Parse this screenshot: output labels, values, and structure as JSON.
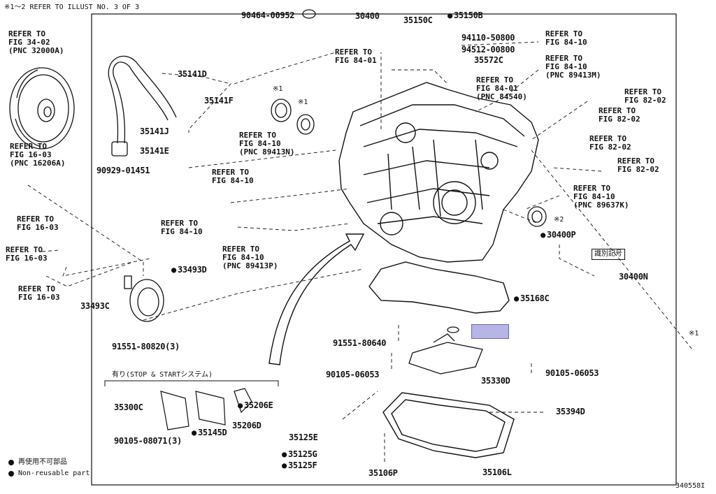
{
  "header_note": "※1～2 REFER TO ILLUST NO. 3 OF 3",
  "footer_id": "340558I",
  "legend": {
    "jp": "再使用不可部品",
    "en": "Non-reusable part"
  },
  "subgroup_title": "有り(STOP & STARTシステム)",
  "id_mark": "識別記号",
  "parts": {
    "p30400": "30400",
    "p35150C": "35150C",
    "p35150B": "35150B",
    "p90464": "90464-00952",
    "p35141D": "35141D",
    "p35141F": "35141F",
    "p35141J": "35141J",
    "p35141E": "35141E",
    "p90929": "90929-01451",
    "p94110": "94110-50800",
    "p94512": "94512-00800",
    "p35572C": "35572C",
    "p30400P": "30400P",
    "p30400N": "30400N",
    "p33493D": "33493D",
    "p33493C": "33493C",
    "p91551a": "91551-80820(3)",
    "p35168C": "35168C",
    "p91551b": "91551-80640",
    "p35330D": "35330D",
    "p90105a": "90105-06053",
    "p90105b": "90105-06053",
    "p35394D": "35394D",
    "p35300C": "35300C",
    "p90105c": "90105-08071(3)",
    "p35145D": "35145D",
    "p35206E": "35206E",
    "p35206D": "35206D",
    "p35125E": "35125E",
    "p35125G": "35125G",
    "p35125F": "35125F",
    "p35106P": "35106P",
    "p35106L": "35106L"
  },
  "marks": {
    "m1a": "※1",
    "m1b": "※1",
    "m1c": "※1",
    "m2": "※2"
  },
  "refs": {
    "r34_02": "REFER TO\nFIG 34-02\n(PNC 32000A)",
    "r16_03a": "REFER TO\nFIG 16-03\n(PNC 16206A)",
    "r16_03b": "REFER TO\nFIG 16-03",
    "r16_03c": "REFER TO\nFIG 16-03",
    "r16_03d": "REFER TO\nFIG 16-03",
    "r84_01a": "REFER TO\nFIG 84-01",
    "r84_10a": "REFER TO\nFIG 84-10",
    "r84_10b": "REFER TO\nFIG 84-10\n(PNC 89413M)",
    "r84_01b": "REFER TO\nFIG 84-01\n(PNC 84540)",
    "r82_02a": "REFER TO\nFIG 82-02",
    "r82_02b": "REFER TO\nFIG 82-02",
    "r82_02c": "REFER TO\nFIG 82-02",
    "r82_02d": "REFER TO\nFIG 82-02",
    "r84_10c": "REFER TO\nFIG 84-10\n(PNC 89413N)",
    "r84_10d": "REFER TO\nFIG 84-10",
    "r84_10e": "REFER TO\nFIG 84-10",
    "r84_10f": "REFER TO\nFIG 84-10\n(PNC 89413P)",
    "r84_10g": "REFER TO\nFIG 84-10\n(PNC 89637K)"
  }
}
